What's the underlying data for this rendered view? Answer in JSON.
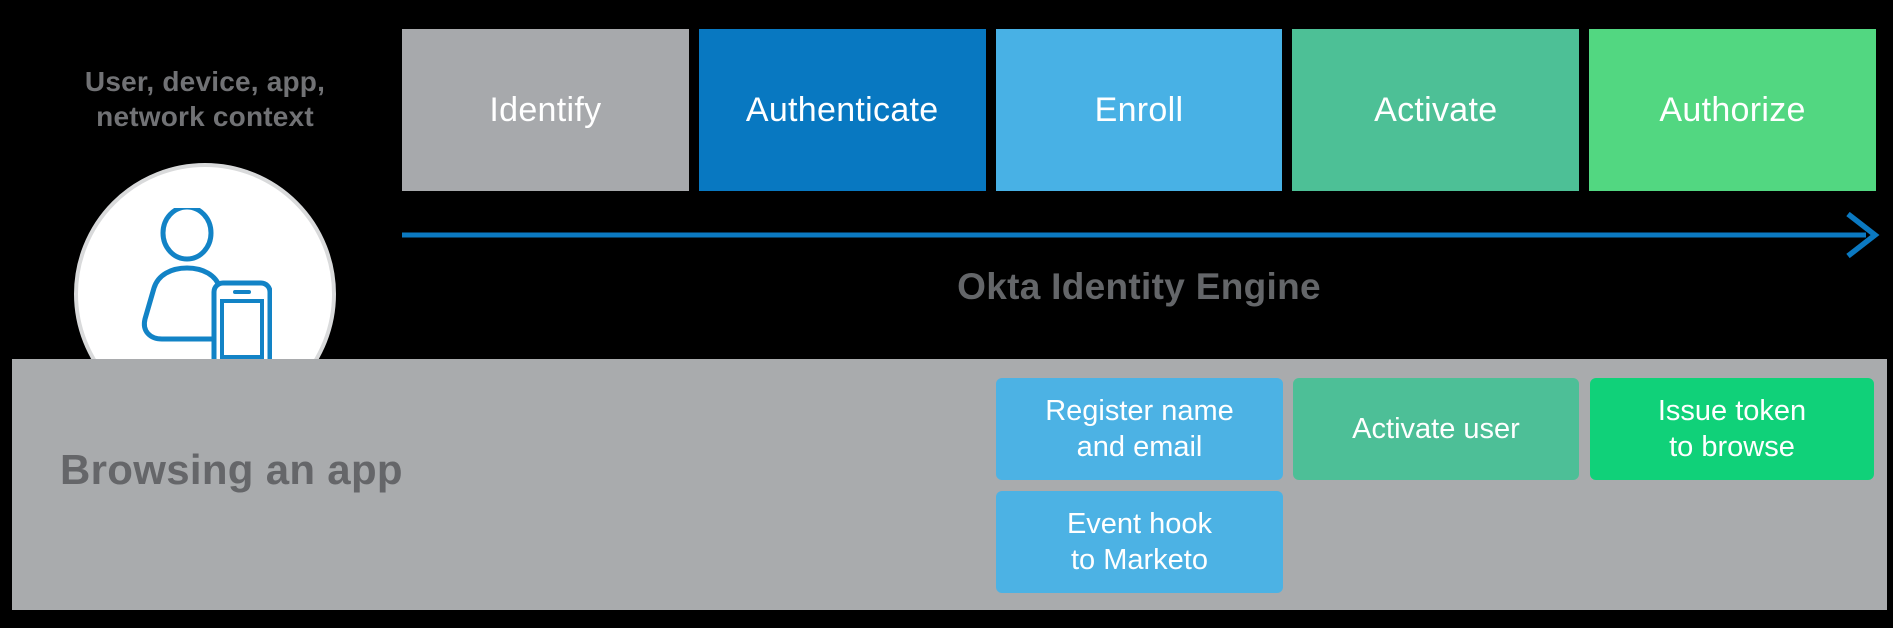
{
  "diagram": {
    "context_label": {
      "line1": "User, device, app,",
      "line2": "network context"
    },
    "persona_icon": "user-with-phone-icon",
    "engine_label": "Okta Identity Engine",
    "scenario_label": "Browsing an app",
    "stages": [
      {
        "id": "identify",
        "label": "Identify",
        "color": "#a7a9ac"
      },
      {
        "id": "authenticate",
        "label": "Authenticate",
        "color": "#0878c1"
      },
      {
        "id": "enroll",
        "label": "Enroll",
        "color": "#48b1e5"
      },
      {
        "id": "activate",
        "label": "Activate",
        "color": "#4dc096"
      },
      {
        "id": "authorize",
        "label": "Authorize",
        "color": "#52d781"
      }
    ],
    "steps": [
      {
        "id": "register-name-email",
        "line1": "Register name",
        "line2": "and email",
        "color": "#4cb2e4",
        "column": "enroll",
        "row": 1
      },
      {
        "id": "activate-user",
        "line1": "Activate user",
        "line2": "",
        "color": "#4dbf97",
        "column": "activate",
        "row": 1
      },
      {
        "id": "issue-token",
        "line1": "Issue token",
        "line2": "to browse",
        "color": "#10d179",
        "column": "authorize",
        "row": 1
      },
      {
        "id": "event-hook-marketo",
        "line1": "Event hook",
        "line2": "to Marketo",
        "color": "#4cb2e4",
        "column": "enroll",
        "row": 2
      }
    ],
    "colors": {
      "background": "#000000",
      "scenario_bar": "#a9abad",
      "arrow": "#0b79c1",
      "icon_stroke": "#1283c6",
      "engine_text": "#646669",
      "context_text": "#717275",
      "scenario_text": "#656669"
    }
  }
}
